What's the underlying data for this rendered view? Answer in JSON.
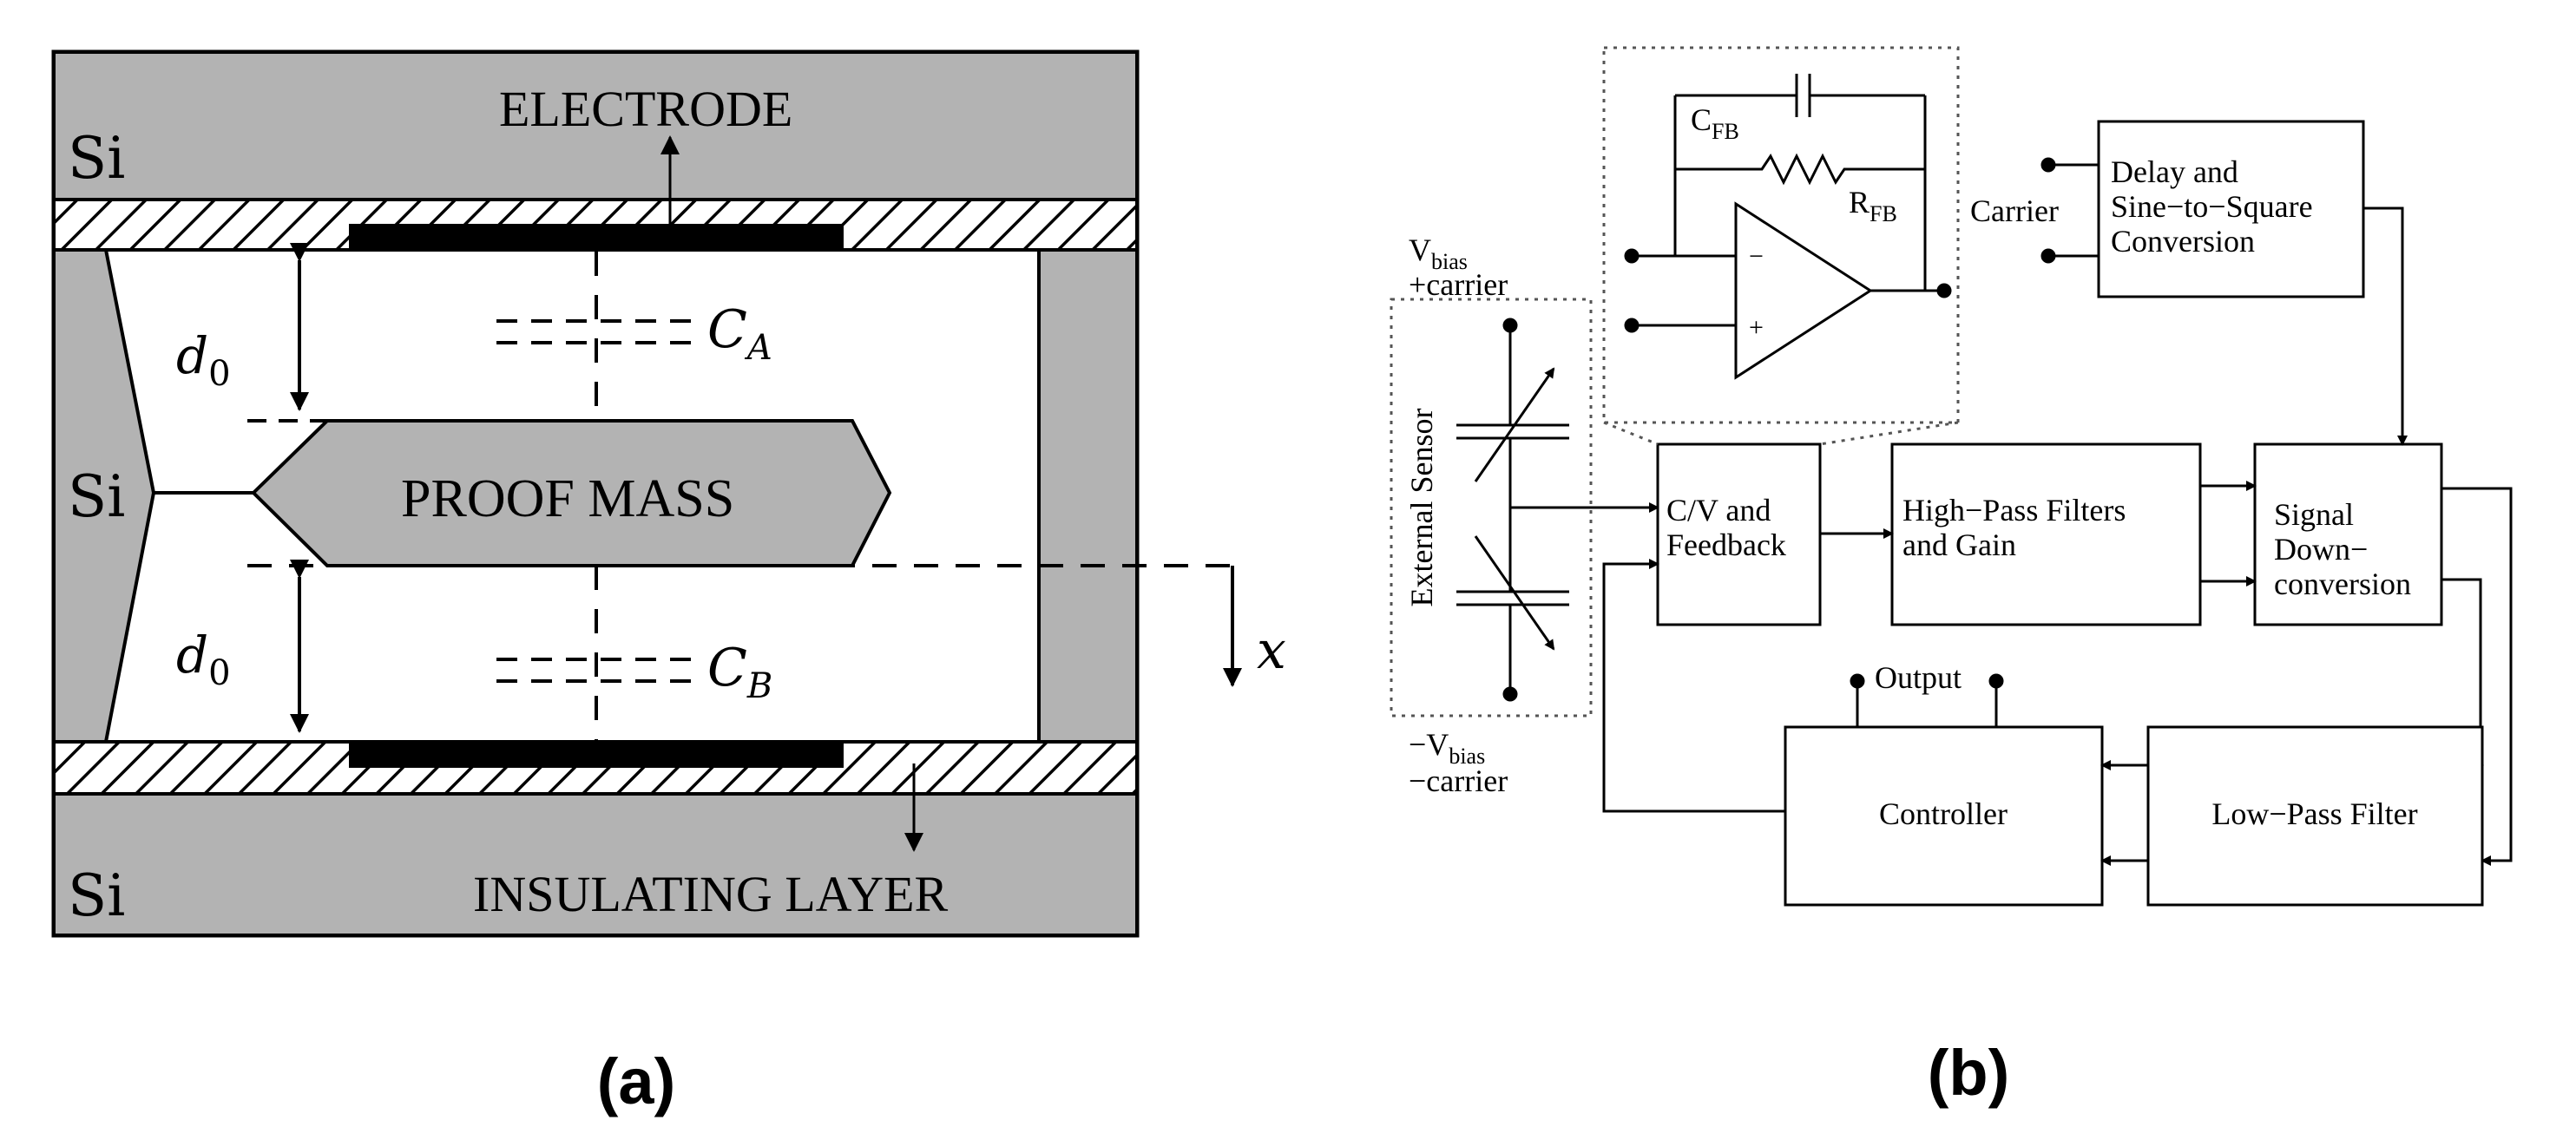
{
  "panel_a": {
    "caption": "(a)",
    "si_top": "Si",
    "si_mid": "Si",
    "si_bottom": "Si",
    "electrode": "ELECTRODE",
    "insulating_layer": "INSULATING LAYER",
    "proof_mass": "PROOF MASS",
    "d0_top": "d",
    "d0_top_sub": "0",
    "d0_bottom": "d",
    "d0_bottom_sub": "0",
    "ca": "C",
    "ca_sub": "A",
    "cb": "C",
    "cb_sub": "B",
    "axis": "x",
    "colors": {
      "silicon": "#b3b3b3",
      "electrode": "#000000"
    }
  },
  "panel_b": {
    "caption": "(b)",
    "vbias_top": "V",
    "vbias_top_sub": "bias",
    "vbias_top_line2": "+carrier",
    "vbias_bottom": "−V",
    "vbias_bottom_sub": "bias",
    "vbias_bottom_line2": "−carrier",
    "external_sensor": "External Sensor",
    "cfb": "C",
    "cfb_sub": "FB",
    "rfb": "R",
    "rfb_sub": "FB",
    "opamp_minus": "−",
    "opamp_plus": "+",
    "carrier": "Carrier",
    "delay_block": [
      "Delay and",
      "Sine−to−Square",
      "Conversion"
    ],
    "cv_block": [
      "C/V and",
      "Feedback"
    ],
    "hpf_block": [
      "High−Pass Filters",
      "and Gain"
    ],
    "sdc_block": [
      "Signal",
      "Down−",
      "conversion"
    ],
    "controller_block": "Controller",
    "lpf_block": "Low−Pass Filter",
    "output": "Output"
  }
}
